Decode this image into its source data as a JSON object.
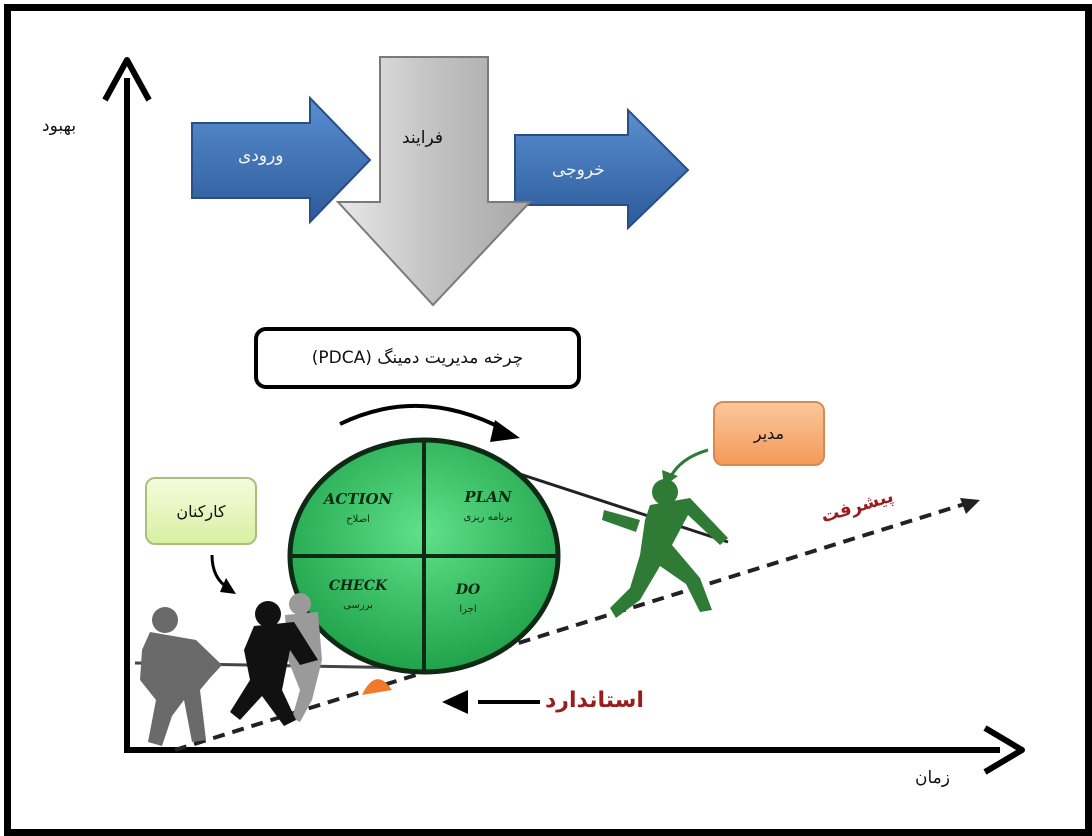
{
  "axes": {
    "y_label": "بهبود",
    "x_label": "زمان"
  },
  "process": {
    "input_label": "ورودی",
    "process_label": "فرایند",
    "output_label": "خروجی"
  },
  "cycle_title": "چرخه مدیریت دمینگ (PDCA)",
  "pdca": {
    "action": {
      "title": "ACTION",
      "subtitle": "اصلاح"
    },
    "plan": {
      "title": "PLAN",
      "subtitle": "برنامه ریزی"
    },
    "check": {
      "title": "CHECK",
      "subtitle": "بررسی"
    },
    "do": {
      "title": "DO",
      "subtitle": "اجرا"
    }
  },
  "callouts": {
    "manager": "مدیر",
    "staff": "کارکنان"
  },
  "slope_labels": {
    "progress": "پیشرفت",
    "standard": "استاندارد"
  },
  "colors": {
    "arrow_blue": "#3b6fb0",
    "process_gray": "#c9c9c9",
    "wheel_green": "#3ec86a",
    "manager_box": "#f7a96f",
    "staff_box": "#e4f5b8",
    "wedge_orange": "#f07a2a",
    "label_red": "#9b1c1c",
    "figure_green": "#2f7a35"
  }
}
